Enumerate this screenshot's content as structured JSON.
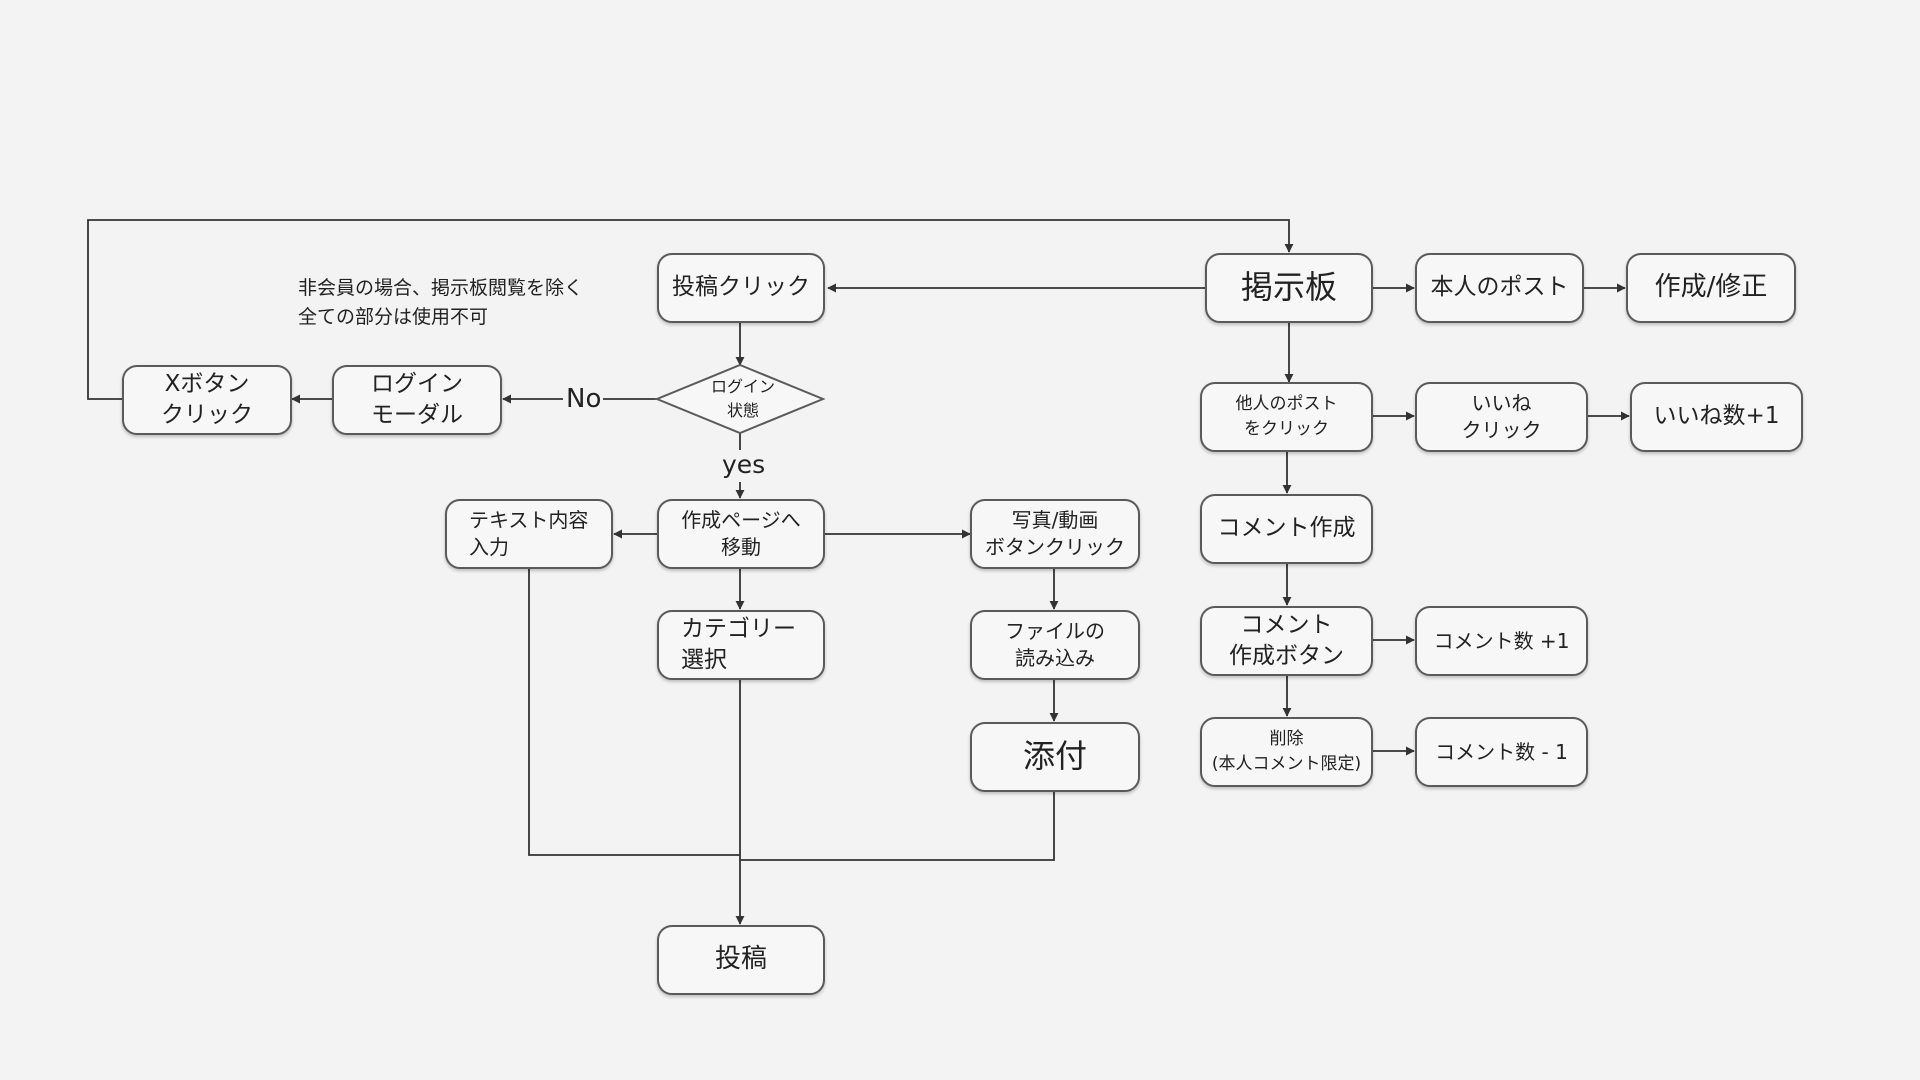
{
  "diagram": {
    "note": "非会員の場合、掲示板閲覧を除く\n全ての部分は使用不可",
    "edge_labels": {
      "no": "No",
      "yes": "yes"
    },
    "nodes": {
      "x_button_click": "Xボタン\nクリック",
      "login_modal": "ログイン\nモーダル",
      "login_state": "ログイン\n状態",
      "post_click": "投稿クリック",
      "text_input": "テキスト内容\n入力",
      "to_create_page": "作成ページへ\n移動",
      "photo_button_click": "写真/動画\nボタンクリック",
      "category_select": "カテゴリー\n選択",
      "file_load": "ファイルの\n読み込み",
      "attach": "添付",
      "post": "投稿",
      "board": "掲示板",
      "own_post": "本人のポスト",
      "create_edit": "作成/修正",
      "others_post_click": "他人のポスト\nをクリック",
      "like_click": "いいね\nクリック",
      "like_count": "いいね数+1",
      "comment_create": "コメント作成",
      "comment_button": "コメント\n作成ボタン",
      "comment_count_plus": "コメント数 +1",
      "delete_own": "削除\n(本人コメント限定)",
      "comment_count_minus": "コメント数 - 1"
    }
  },
  "colors": {
    "line": "#333333",
    "border": "#5a5a5a",
    "box": "#f7f7f7",
    "background": "#f3f3f3"
  }
}
